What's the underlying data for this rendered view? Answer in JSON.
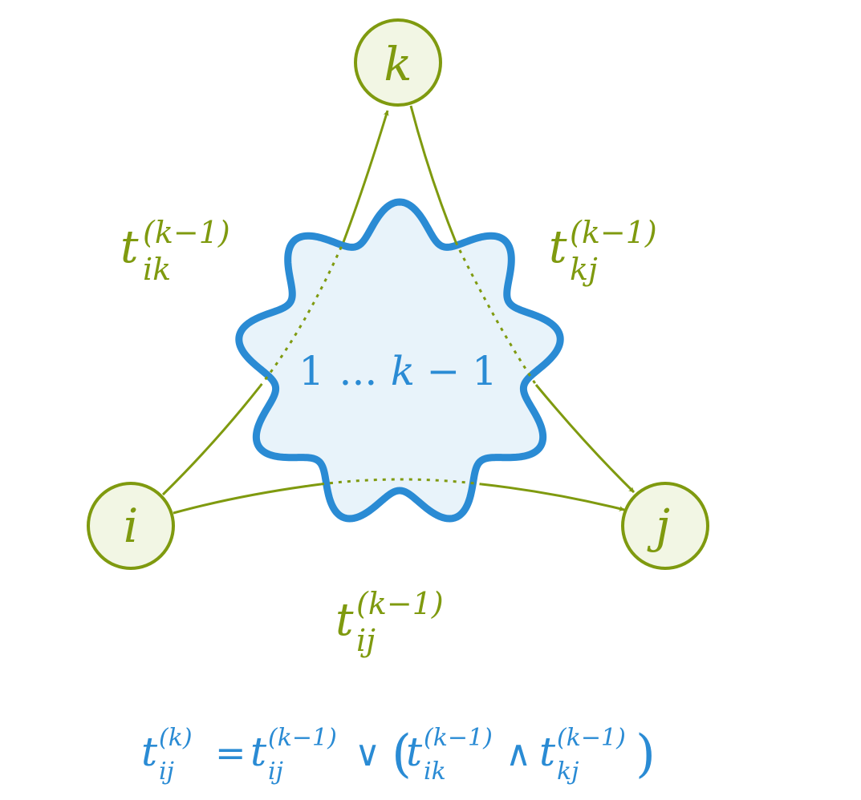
{
  "colors": {
    "green": "#7f9a0f",
    "green_fill": "#f2f6e4",
    "blue": "#2a8bd4",
    "blue_fill": "#e8f3fa",
    "background": "#ffffff"
  },
  "nodes": {
    "k": "k",
    "i": "i",
    "j": "j"
  },
  "blob_label": {
    "one": "1",
    "dots": "...",
    "k": "k",
    "minus": "−",
    "one2": "1"
  },
  "edge_labels": {
    "ik": {
      "base": "t",
      "sub": "ik",
      "sup": "(k−1)"
    },
    "kj": {
      "base": "t",
      "sub": "kj",
      "sup": "(k−1)"
    },
    "ij": {
      "base": "t",
      "sub": "ij",
      "sup": "(k−1)"
    }
  },
  "formula": {
    "lhs": {
      "base": "t",
      "sub": "ij",
      "sup": "(k)"
    },
    "eq": "=",
    "t1": {
      "base": "t",
      "sub": "ij",
      "sup": "(k−1)"
    },
    "or": "∨",
    "lparen": "(",
    "t2": {
      "base": "t",
      "sub": "ik",
      "sup": "(k−1)"
    },
    "and": "∧",
    "t3": {
      "base": "t",
      "sub": "kj",
      "sup": "(k−1)"
    },
    "rparen": ")"
  }
}
